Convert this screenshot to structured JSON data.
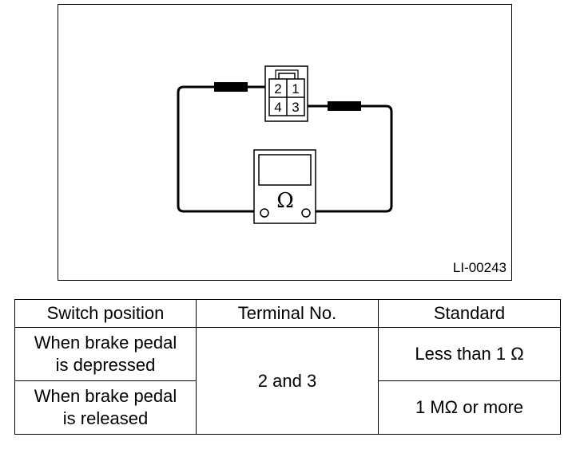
{
  "figure": {
    "id": "LI-00243",
    "connector_pins": [
      "2",
      "1",
      "4",
      "3"
    ],
    "meter_symbol": "Ω",
    "icons": [
      "connector-icon",
      "ohmmeter-icon"
    ]
  },
  "table": {
    "headers": [
      "Switch position",
      "Terminal No.",
      "Standard"
    ],
    "rows": [
      {
        "position_line1": "When brake pedal",
        "position_line2": "is depressed",
        "terminal": "2 and 3",
        "standard": "Less than 1 Ω"
      },
      {
        "position_line1": "When brake pedal",
        "position_line2": "is released",
        "terminal": "2 and 3",
        "standard": "1 MΩ or more"
      }
    ]
  }
}
